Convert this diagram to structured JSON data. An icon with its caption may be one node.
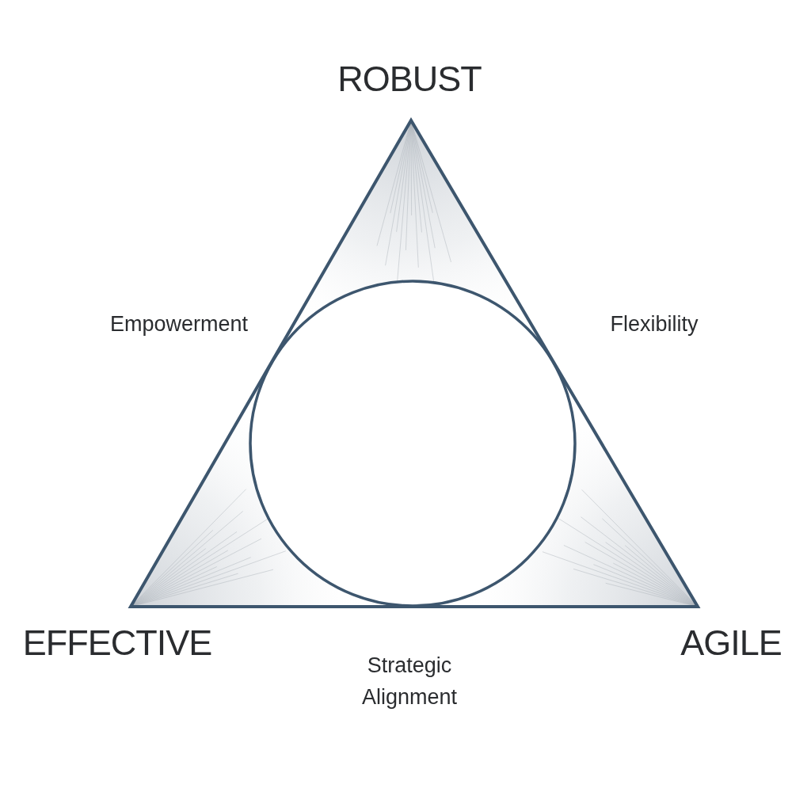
{
  "diagram": {
    "labels": [
      "ROBUST",
      "Empowerment",
      "Flexibility",
      "EFFECTIVE",
      "AGILE",
      "Strategic Alignment"
    ]
  }
}
